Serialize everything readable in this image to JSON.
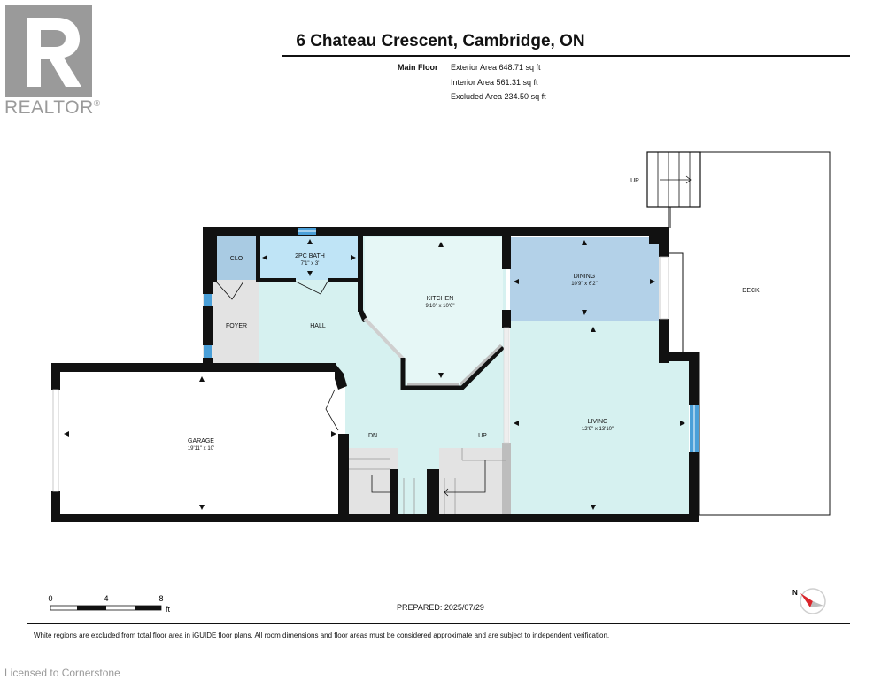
{
  "header": {
    "title": "6 Chateau Crescent, Cambridge, ON",
    "floor_label": "Main Floor",
    "areas": [
      "Exterior Area 648.71 sq ft",
      "Interior Area 561.31 sq ft",
      "Excluded Area 234.50 sq ft"
    ]
  },
  "branding": {
    "realtor_word": "REALTOR",
    "registered_mark": "®",
    "licensed": "Licensed to Cornerstone"
  },
  "rooms": {
    "clo": {
      "name": "CLO"
    },
    "bath": {
      "name": "2PC BATH",
      "dims": "7'1\" x 3'"
    },
    "kitchen": {
      "name": "KITCHEN",
      "dims": "9'10\" x 10'6\""
    },
    "dining": {
      "name": "DINING",
      "dims": "10'9\" x 6'2\""
    },
    "foyer": {
      "name": "FOYER"
    },
    "hall": {
      "name": "HALL"
    },
    "garage": {
      "name": "GARAGE",
      "dims": "19'11\" x 10'"
    },
    "living": {
      "name": "LIVING",
      "dims": "12'9\" x 13'10\""
    },
    "deck": {
      "name": "DECK"
    }
  },
  "stairs": {
    "up_outside": "UP",
    "dn": "DN",
    "up": "UP"
  },
  "scale": {
    "ticks": [
      "0",
      "4",
      "8"
    ],
    "unit": "ft"
  },
  "prepared": "PREPARED: 2025/07/29",
  "disclaimer": "White regions are excluded from total floor area in iGUIDE floor plans. All room dimensions and floor areas must be considered approximate and are subject to independent verification.",
  "colors": {
    "wall": "#111111",
    "hall_fill": "#d6f1f0",
    "closet_fill": "#a9cbe3",
    "bath_fill": "#bfe4f6",
    "dining_fill": "#b3d1e8",
    "gray_fill": "#e3e3e3",
    "window": "#4a9fd8"
  }
}
